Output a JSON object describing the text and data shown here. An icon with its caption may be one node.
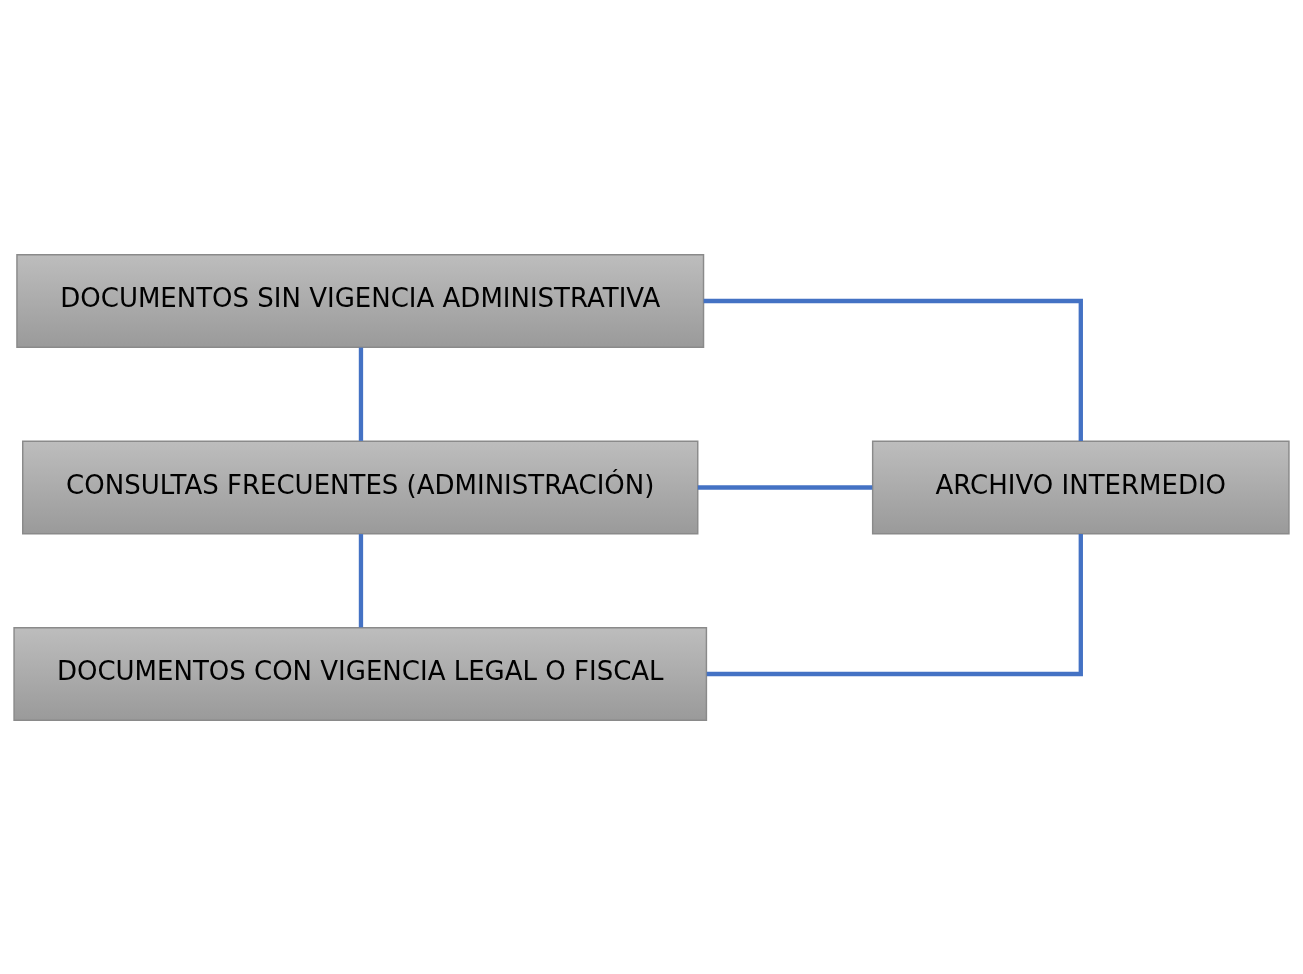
{
  "diagram": {
    "nodes": [
      {
        "text": [
          "DOCUMENTOS SIN VIGENCIA ADMINISTRATIVA"
        ]
      },
      {
        "text": [
          "CONSULTAS FRECUENTES (ADMINISTRACIÓN)"
        ]
      },
      {
        "text": [
          "DOCUMENTOS CON VIGENCIA LEGAL O FISCAL"
        ]
      },
      {
        "text": [
          "ARCHIVO INTERMEDIO"
        ]
      }
    ],
    "edges": [
      {
        "from": 0,
        "to": 3,
        "arrow": "none"
      },
      {
        "from": 1,
        "to": 3,
        "arrow": "none"
      },
      {
        "from": 2,
        "to": 3,
        "arrow": "none"
      },
      {
        "from": 0,
        "to": 1,
        "arrow": "none"
      },
      {
        "from": 1,
        "to": 2,
        "arrow": "none"
      }
    ]
  }
}
